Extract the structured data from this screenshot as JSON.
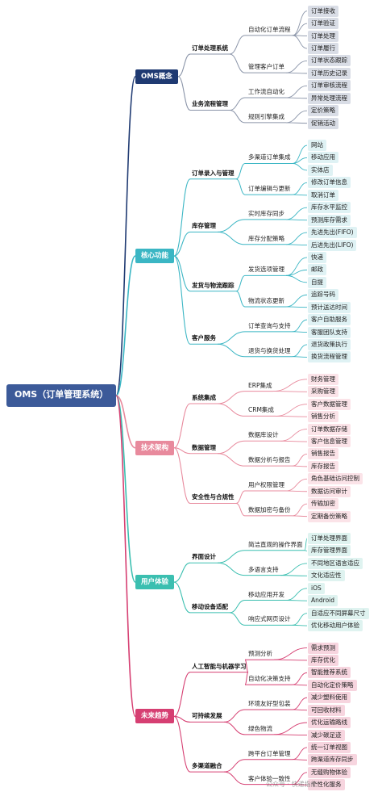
{
  "root": {
    "label": "OMS（订单管理系统）",
    "color": "#3c5a99"
  },
  "categories": [
    {
      "label": "OMS概念",
      "color": "#1f3a72",
      "leafColor": "#d9dde6",
      "lineColor": "#8a94a8",
      "sections": [
        {
          "label": "订单处理系统",
          "subs": [
            {
              "label": "自动化订单流程",
              "leaves": [
                "订单接收",
                "订单验证",
                "订单处理",
                "订单履行"
              ]
            },
            {
              "label": "管理客户订单",
              "leaves": [
                "订单状态跟踪",
                "订单历史记录"
              ]
            }
          ]
        },
        {
          "label": "业务流程管理",
          "subs": [
            {
              "label": "工作流自动化",
              "leaves": [
                "订单审核流程",
                "异常处理流程"
              ]
            },
            {
              "label": "规则引擎集成",
              "leaves": [
                "定价策略",
                "促销活动"
              ]
            }
          ]
        }
      ]
    },
    {
      "label": "核心功能",
      "color": "#3bb6c4",
      "leafColor": "#dff2f4",
      "lineColor": "#3bb6c4",
      "sections": [
        {
          "label": "订单录入与管理",
          "subs": [
            {
              "label": "多渠道订单集成",
              "leaves": [
                "网站",
                "移动应用",
                "实体店"
              ]
            },
            {
              "label": "订单编辑与更新",
              "leaves": [
                "修改订单信息",
                "取消订单"
              ]
            }
          ]
        },
        {
          "label": "库存管理",
          "subs": [
            {
              "label": "实时库存同步",
              "leaves": [
                "库存水平监控",
                "预测库存需求"
              ]
            },
            {
              "label": "库存分配策略",
              "leaves": [
                "先进先出(FIFO)",
                "后进先出(LIFO)"
              ]
            }
          ]
        },
        {
          "label": "发货与物流跟踪",
          "subs": [
            {
              "label": "发货选项管理",
              "leaves": [
                "快递",
                "邮政",
                "自提"
              ]
            },
            {
              "label": "物流状态更新",
              "leaves": [
                "追踪号码",
                "预计送达时间"
              ]
            }
          ]
        },
        {
          "label": "客户服务",
          "subs": [
            {
              "label": "订单查询与支持",
              "leaves": [
                "客户自助服务",
                "客服团队支持"
              ]
            },
            {
              "label": "退货与换货处理",
              "leaves": [
                "退货政策执行",
                "换货流程管理"
              ]
            }
          ]
        }
      ]
    },
    {
      "label": "技术架构",
      "color": "#e88a9d",
      "leafColor": "#fbe3e8",
      "lineColor": "#e88a9d",
      "sections": [
        {
          "label": "系统集成",
          "subs": [
            {
              "label": "ERP集成",
              "leaves": [
                "财务管理",
                "采购管理"
              ]
            },
            {
              "label": "CRM集成",
              "leaves": [
                "客户数据管理",
                "销售分析"
              ]
            }
          ]
        },
        {
          "label": "数据管理",
          "subs": [
            {
              "label": "数据库设计",
              "leaves": [
                "订单数据存储",
                "客户信息管理"
              ]
            },
            {
              "label": "数据分析与报告",
              "leaves": [
                "销售报告",
                "库存报告"
              ]
            }
          ]
        },
        {
          "label": "安全性与合规性",
          "subs": [
            {
              "label": "用户权限管理",
              "leaves": [
                "角色基础访问控制",
                "数据访问审计"
              ]
            },
            {
              "label": "数据加密与备份",
              "leaves": [
                "传输加密",
                "定期备份策略"
              ]
            }
          ]
        }
      ]
    },
    {
      "label": "用户体验",
      "color": "#3bbfb0",
      "leafColor": "#dff3f0",
      "lineColor": "#3bbfb0",
      "sections": [
        {
          "label": "界面设计",
          "subs": [
            {
              "label": "简洁直观的操作界面",
              "leaves": [
                "订单处理界面",
                "库存管理界面"
              ]
            },
            {
              "label": "多语言支持",
              "leaves": [
                "不同地区语言适应",
                "文化适应性"
              ]
            }
          ]
        },
        {
          "label": "移动设备适配",
          "subs": [
            {
              "label": "移动应用开发",
              "leaves": [
                "iOS",
                "Android"
              ]
            },
            {
              "label": "响应式网页设计",
              "leaves": [
                "自适应不同屏幕尺寸",
                "优化移动用户体验"
              ]
            }
          ]
        }
      ]
    },
    {
      "label": "未来趋势",
      "color": "#d63f72",
      "leafColor": "#f7d5df",
      "lineColor": "#d63f72",
      "sections": [
        {
          "label": "人工智能与机器学习",
          "subs": [
            {
              "label": "预测分析",
              "leaves": [
                "需求预测",
                "库存优化"
              ]
            },
            {
              "label": "自动化决策支持",
              "leaves": [
                "智能推荐系统",
                "自动化定价策略"
              ]
            }
          ]
        },
        {
          "label": "可持续发展",
          "subs": [
            {
              "label": "环境友好型包装",
              "leaves": [
                "减少塑料使用",
                "可回收材料"
              ]
            },
            {
              "label": "绿色物流",
              "leaves": [
                "优化运输路线",
                "减少碳足迹"
              ]
            }
          ]
        },
        {
          "label": "多渠道融合",
          "subs": [
            {
              "label": "跨平台订单管理",
              "leaves": [
                "统一订单视图",
                "跨渠道库存同步"
              ]
            },
            {
              "label": "客户体验一致性",
              "leaves": [
                "无缝购物体验",
                "个性化服务"
              ]
            }
          ]
        }
      ]
    }
  ],
  "watermark": "公众号 · 快递指能"
}
